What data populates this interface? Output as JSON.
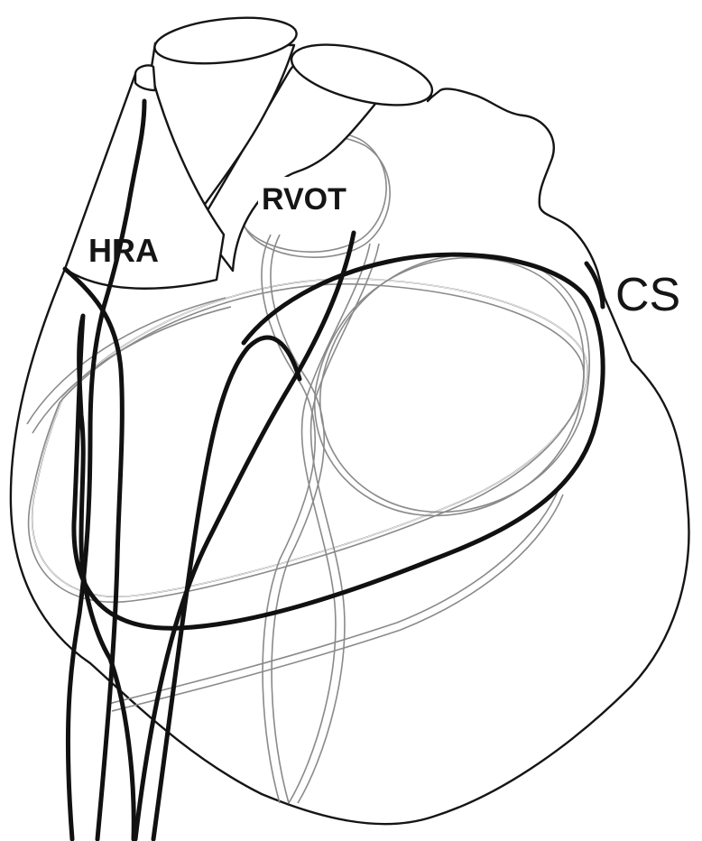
{
  "diagram": {
    "labels": {
      "hra": "HRA",
      "rvot": "RVOT",
      "cs": "CS"
    },
    "colors": {
      "line": "#151515",
      "catheter": "#111111",
      "ghost_outline": "#8a8a8a",
      "background": "#ffffff"
    }
  }
}
